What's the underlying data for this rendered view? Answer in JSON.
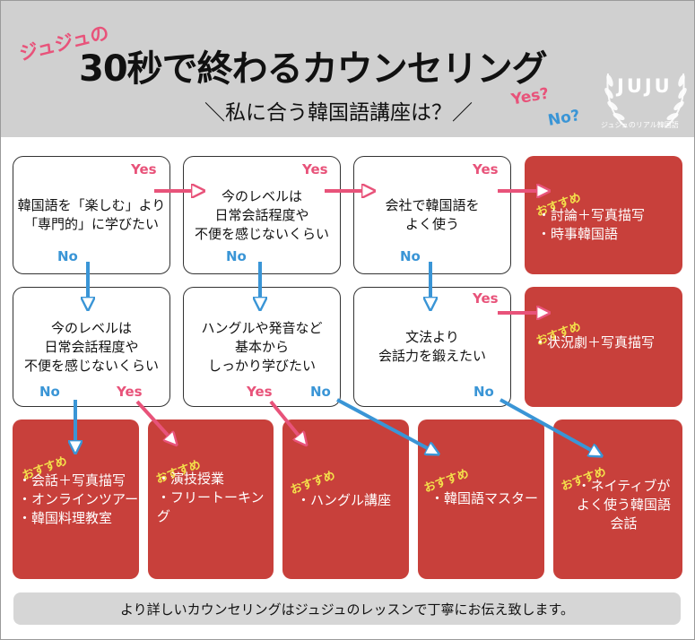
{
  "header": {
    "brand": "ジュジュの",
    "title": "30秒で終わるカウンセリング",
    "subtitle": "＼私に合う韓国語講座は？／",
    "yes_tag": "Yes?",
    "no_tag": "No?",
    "logo_text": "JUJU",
    "logo_sub": "ジュジュのリアル韓国語",
    "colors": {
      "yes": "#e8537a",
      "no": "#3a95d6",
      "result": "#c8403b",
      "tag": "#f4e24b"
    }
  },
  "questions": {
    "q1": "韓国語を「楽しむ」より\n「専門的」に学びたい",
    "q2": "今のレベルは\n日常会話程度や\n不便を感じないくらい",
    "q3": "会社で韓国語を\nよく使う",
    "q4": "今のレベルは\n日常会話程度や\n不便を感じないくらい",
    "q5": "ハングルや発音など\n基本から\nしっかり学びたい",
    "q6": "文法より\n会話力を鍛えたい"
  },
  "labels": {
    "yes": "Yes",
    "no": "No"
  },
  "recommend_tag": "おすすめ",
  "results": {
    "r1": "・討論＋写真描写\n・時事韓国語",
    "r2": "・状況劇＋写真描写",
    "r3": "・会話＋写真描写\n・オンラインツアー\n・韓国料理教室",
    "r4": "・演技授業\n・フリートーキング",
    "r5": "・ハングル講座",
    "r6": "・韓国語マスター",
    "r7": "・ネイティブが\nよく使う韓国語\n会話"
  },
  "footer": "より詳しいカウンセリングはジュジュのレッスンで丁寧にお伝え致します。"
}
